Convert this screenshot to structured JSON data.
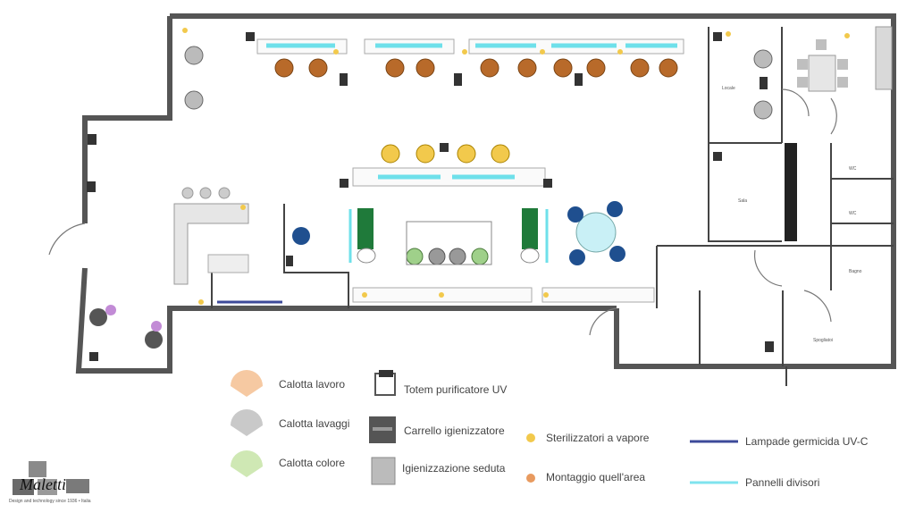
{
  "plan": {
    "room_labels": [
      "Locale",
      "Sala",
      "WC",
      "WC",
      "Bagno",
      "Spogliatoi"
    ]
  },
  "legend": {
    "items": [
      {
        "icon": "orange-dome-icon",
        "label": "Calotta lavoro",
        "color": "#f2b27a"
      },
      {
        "icon": "gray-dome-icon",
        "label": "Calotta lavaggi",
        "color": "#c9c9c9"
      },
      {
        "icon": "green-dome-icon",
        "label": "Calotta colore",
        "color": "#cfe8b4"
      },
      {
        "icon": "uv-totem-icon",
        "label": "Totem purificatore UV",
        "color": "#555555"
      },
      {
        "icon": "sanitizer-cart-icon",
        "label": "Carrello igienizzatore",
        "color": "#444444"
      },
      {
        "icon": "sanitizer-seat-icon",
        "label": "Igienizzazione seduta",
        "color": "#888888"
      },
      {
        "icon": "yellow-dot-icon",
        "label": "Sterilizzatori a vapore",
        "color": "#f2c94c"
      },
      {
        "icon": "orange-dot-icon",
        "label": "Montaggio quell'area",
        "color": "#e89a5f"
      },
      {
        "icon": "blue-line-icon",
        "label": "Lampade germicida UV-C",
        "color": "#3d4a9a"
      },
      {
        "icon": "cyan-line-icon",
        "label": "Pannelli divisori",
        "color": "#7fe3ee"
      }
    ]
  },
  "brand": {
    "name": "Maletti",
    "tagline": "Design and technology since 1936 • Italia"
  }
}
